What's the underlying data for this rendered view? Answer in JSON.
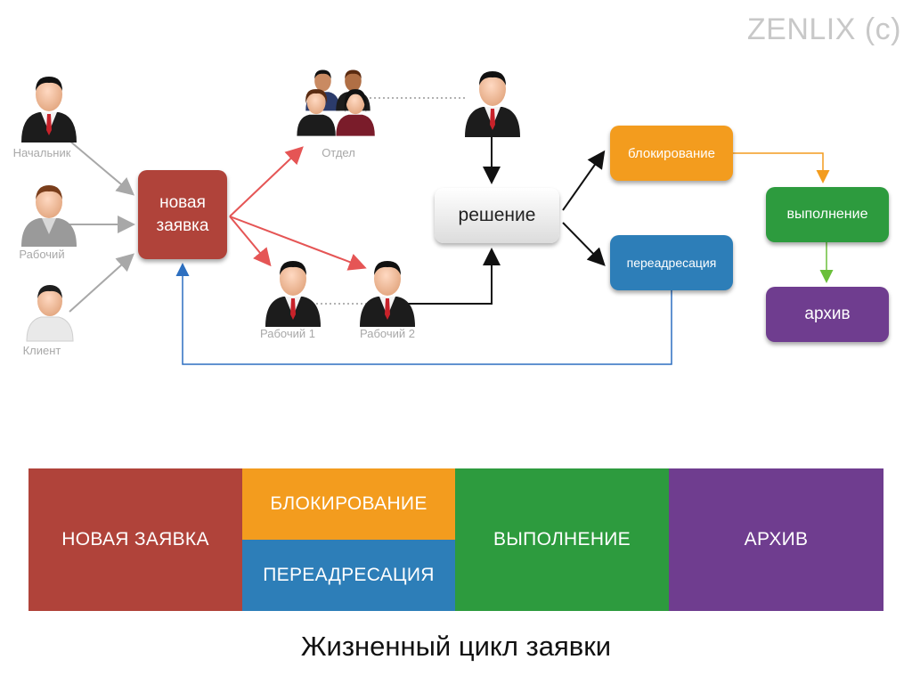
{
  "brand": "ZENLIX (c)",
  "people": {
    "chief": "Начальник",
    "worker": "Рабочий",
    "client": "Клиент",
    "department": "Отдел",
    "worker1": "Рабочий 1",
    "worker2": "Рабочий 2"
  },
  "nodes": {
    "new_request": "новая заявка",
    "decision": "решение",
    "blocking": "блокирование",
    "redirect": "переадресация",
    "execution": "выполнение",
    "archive": "архив"
  },
  "stages": {
    "new_request": "НОВАЯ ЗАЯВКА",
    "blocking": "БЛОКИРОВАНИЕ",
    "redirect": "ПЕРЕАДРЕСАЦИЯ",
    "execution": "ВЫПОЛНЕНИЕ",
    "archive": "АРХИВ"
  },
  "caption": "Жизненный цикл заявки",
  "colors": {
    "red": "#b0433a",
    "orange": "#f39c1e",
    "blue": "#2d7eb8",
    "green": "#2d9b3e",
    "purple": "#6f3d8f"
  }
}
